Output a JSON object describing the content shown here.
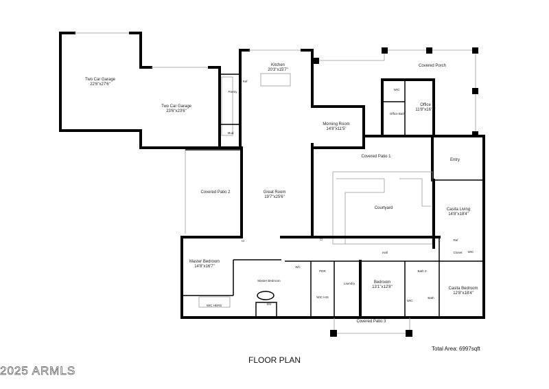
{
  "rooms": {
    "garage1": {
      "name": "Two Car Garage",
      "dims": "22'6\"x27'6\""
    },
    "garage2": {
      "name": "Two Car Garage",
      "dims": "23'6\"x23'6\""
    },
    "pantry": {
      "name": "Pantry"
    },
    "mud": {
      "name": "Mud"
    },
    "kitchen": {
      "name": "Kitchen",
      "dims": "20'3\"x15'7\"",
      "ref": "Ref"
    },
    "porch": {
      "name": "Covered Porch"
    },
    "office": {
      "name": "Office",
      "dims": "11'8\"x16'1\""
    },
    "office_wic": {
      "name": "WIC"
    },
    "office_bath": {
      "name": "Office Bath"
    },
    "morning": {
      "name": "Morning Room",
      "dims": "14'8\"x11'5\""
    },
    "patio1": {
      "name": "Covered Patio 1"
    },
    "entry": {
      "name": "Entry"
    },
    "patio2": {
      "name": "Covered Patio 2"
    },
    "great": {
      "name": "Great Room",
      "dims": "19'7\"x25'6\""
    },
    "courtyard": {
      "name": "Courtyard"
    },
    "casita_living": {
      "name": "Casita Living",
      "dims": "14'8\"x18'4\""
    },
    "cl1": {
      "name": "Cl"
    },
    "cl2": {
      "name": "Cl"
    },
    "master_bed": {
      "name": "Master Bedroom",
      "dims": "14'8\"x16'7\""
    },
    "master_bath": {
      "name": "Master Bedroom"
    },
    "wic_hers": {
      "name": "WIC HERS"
    },
    "shr": {
      "name": "Shr"
    },
    "wc": {
      "name": "WC"
    },
    "pdr": {
      "name": "PDR"
    },
    "wic_his": {
      "name": "WIC HIS"
    },
    "laundry": {
      "name": "Laundry"
    },
    "hall": {
      "name": "Hall"
    },
    "bedroom": {
      "name": "Bedroom",
      "dims": "13'1\"x12'8\""
    },
    "bath3": {
      "name": "Bath 3"
    },
    "wic": {
      "name": "WIC"
    },
    "bath": {
      "name": "Bath"
    },
    "closet": {
      "name": "Closet"
    },
    "casita_wic": {
      "name": "WIC"
    },
    "casita_ref": {
      "name": "Ref"
    },
    "casita_bed": {
      "name": "Casita Bedroom",
      "dims": "12'8\"x18'4\""
    },
    "patio3": {
      "name": "Covered Patio 3"
    }
  },
  "total_area": "Total Area: 6997sqft",
  "title": "FLOOR PLAN",
  "watermark": "2025 ARMLS"
}
